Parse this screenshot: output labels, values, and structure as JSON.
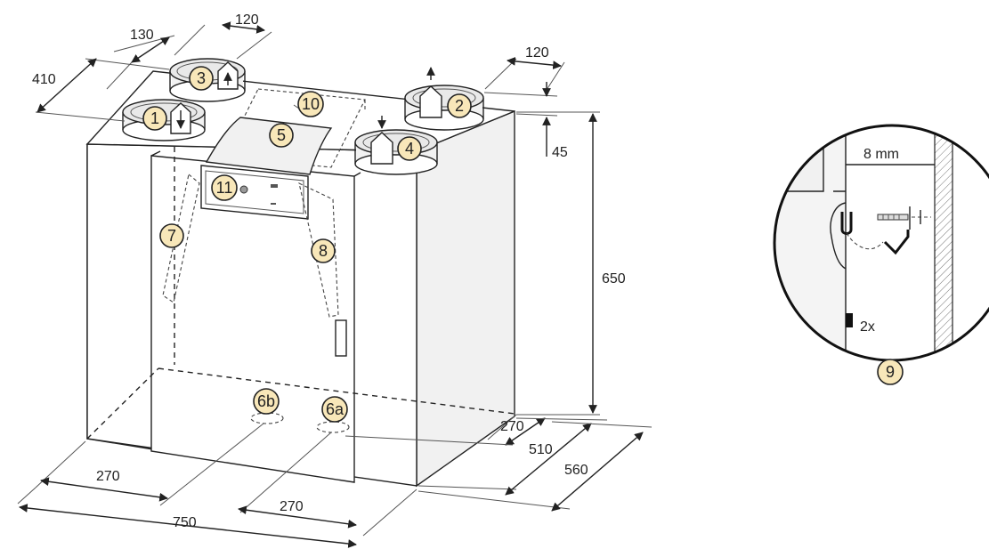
{
  "dimensions": {
    "d120_top": "120",
    "d130": "130",
    "d410": "410",
    "d120_right": "120",
    "d45": "45",
    "d650": "650",
    "d270_depth": "270",
    "d510": "510",
    "d560": "560",
    "d270_left": "270",
    "d270_mid": "270",
    "d750": "750"
  },
  "labels": {
    "l1": "1",
    "l2": "2",
    "l3": "3",
    "l4": "4",
    "l5": "5",
    "l6a": "6a",
    "l6b": "6b",
    "l7": "7",
    "l8": "8",
    "l9": "9",
    "l10": "10",
    "l11": "11"
  },
  "detail": {
    "gap": "8 mm",
    "count": "2x"
  }
}
